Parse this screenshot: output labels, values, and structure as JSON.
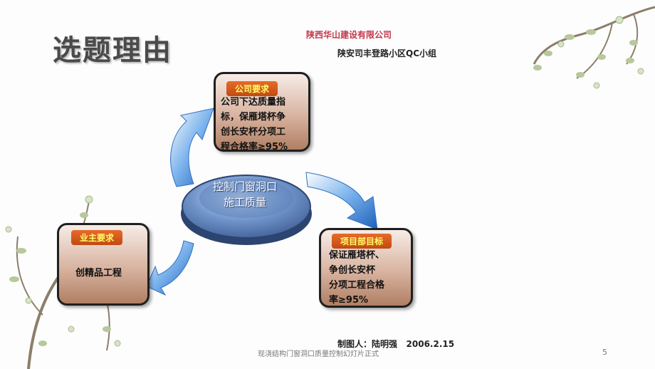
{
  "slide": {
    "title": "选题理由",
    "company": "陕西华山建设有限公司",
    "group": "陕安司丰登路小区QC小组",
    "center_label_line1": "控制门窗洞口",
    "center_label_line2": "施工质量",
    "company_req": {
      "heading": "公司要求",
      "lines": [
        "公司下达质量指",
        "标，保雁塔杯争",
        "创长安杯分项工",
        "程合格率≥95%"
      ]
    },
    "project_goal": {
      "heading": "项目部目标",
      "lines": [
        "保证雁塔杯、",
        "争创长安杯",
        "分项工程合格",
        "率≥95%"
      ]
    },
    "owner_req": {
      "heading": "业主要求",
      "text": "创精品工程"
    },
    "author": "制图人：陆明强   2006.2.15",
    "footer": "现浇结构门窗洞口质量控制幻灯片正式",
    "page_number": "5"
  },
  "colors": {
    "title": "#4a4a4a",
    "company": "#c0394b",
    "pill_bg": "#d9581c",
    "pill_text": "#ffff66",
    "arrow_blue": "#2f6fc4",
    "box_brown": "#b07f63"
  },
  "icons": [
    "branch-decoration-top-right",
    "branch-decoration-left",
    "curved-arrow"
  ]
}
